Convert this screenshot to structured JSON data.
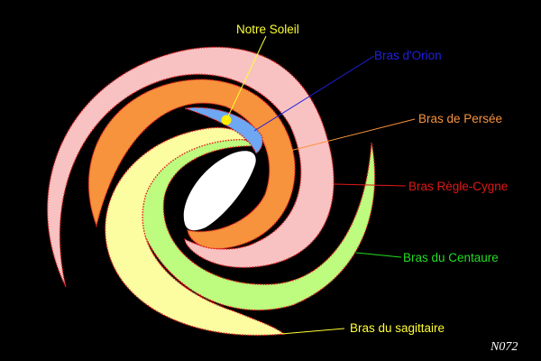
{
  "diagram": {
    "labels": {
      "sun": "Notre Soleil",
      "orion": "Bras d'Orion",
      "perseus": "Bras de Persée",
      "regle_cygne": "Bras Règle-Cygne",
      "centaurus": "Bras du Centaure",
      "sagittarius": "Bras du sagittaire"
    },
    "signature": "N072",
    "colors": {
      "background": "#000000",
      "regle_cygne": "#f8c2c2",
      "regle_cygne_edge": "#e01818",
      "perseus": "#f7923d",
      "centaurus": "#bdfc7e",
      "sagittarius": "#fcfca0",
      "orion": "#6ea8f2",
      "core": "#ffffff",
      "sun": "#ffee00",
      "label_sun": "#ffff33",
      "label_orion": "#2020e0",
      "label_perseus": "#f7923d",
      "label_regle_cygne": "#e01818",
      "label_centaurus": "#22dd22",
      "label_sagittarius": "#ffff33",
      "signature": "#ffffff"
    }
  }
}
